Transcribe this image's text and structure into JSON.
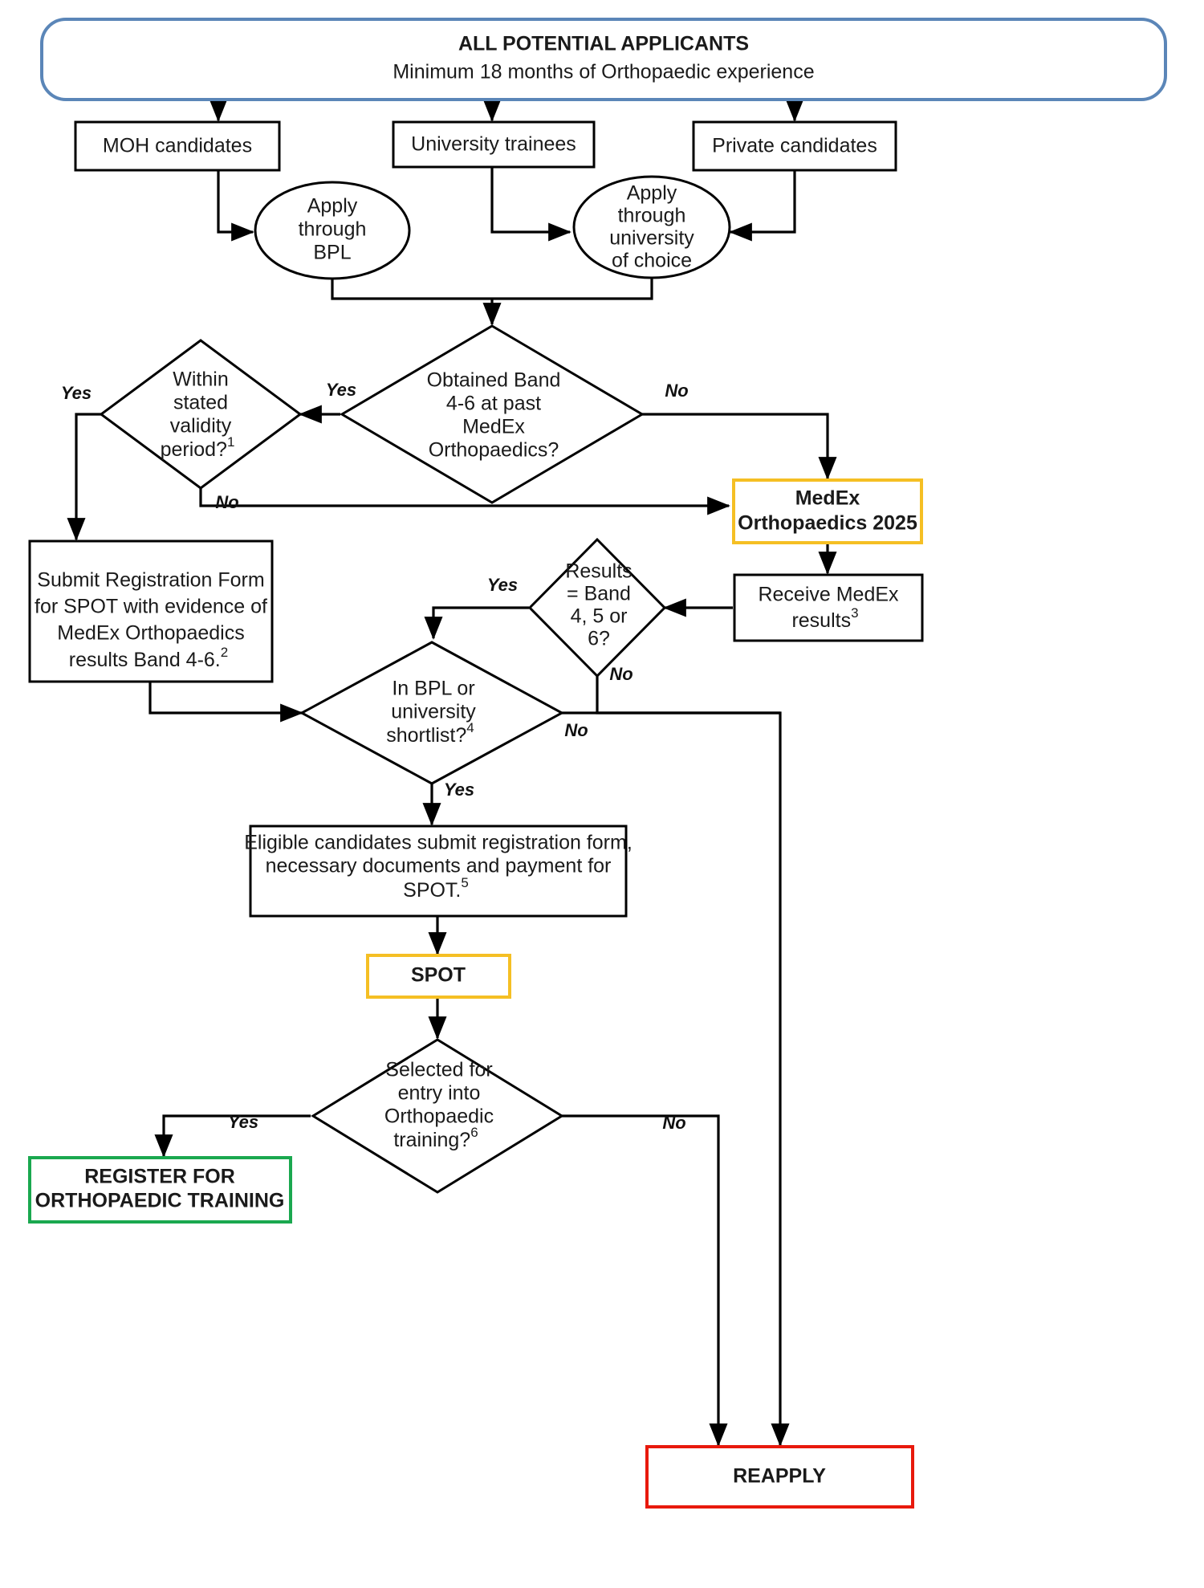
{
  "diagram": {
    "title": "Orthopaedic Training Application Pathway Flowchart",
    "colors": {
      "start_border": "#5b86b8",
      "exam_border": "#f5bf24",
      "success_border": "#1aa84f",
      "fail_border": "#e8190c",
      "default_border": "#000000",
      "text": "#1a1a1a"
    },
    "nodes": {
      "start": {
        "line1": "ALL POTENTIAL APPLICANTS",
        "line2": "Minimum 18 months of Orthopaedic experience"
      },
      "moh_candidates": {
        "label": "MOH candidates"
      },
      "university_trainees": {
        "label": "University trainees"
      },
      "private_candidates": {
        "label": "Private candidates"
      },
      "apply_bpl": {
        "line1": "Apply",
        "line2": "through",
        "line3": "BPL"
      },
      "apply_university": {
        "line1": "Apply",
        "line2": "through",
        "line3": "university",
        "line4": "of choice"
      },
      "obtained_band": {
        "line1": "Obtained Band",
        "line2": "4-6 at past",
        "line3": "MedEx",
        "line4": "Orthopaedics?"
      },
      "validity_period": {
        "line1": "Within",
        "line2": "stated",
        "line3": "validity",
        "line4": "period?",
        "sup": "1"
      },
      "medex_2025": {
        "line1": "MedEx",
        "line2": "Orthopaedics 2025"
      },
      "submit_registration": {
        "line1": "Submit Registration Form",
        "line2": "for SPOT with evidence of",
        "line3": "MedEx Orthopaedics",
        "line4": "results Band 4-6.",
        "sup": "2"
      },
      "receive_results": {
        "line1": "Receive MedEx",
        "line2": "results",
        "sup": "3"
      },
      "results_band": {
        "line1": "Results",
        "line2": "= Band",
        "line3": "4, 5 or",
        "line4": "6?"
      },
      "shortlist": {
        "line1": "In BPL or",
        "line2": "university",
        "line3": "shortlist?",
        "sup": "4"
      },
      "eligible_submit": {
        "line1": "Eligible candidates submit registration form,",
        "line2": "necessary documents and payment for",
        "line3": "SPOT.",
        "sup": "5"
      },
      "spot": {
        "label": "SPOT"
      },
      "selected_entry": {
        "line1": "Selected for",
        "line2": "entry into",
        "line3": "Orthopaedic",
        "line4": "training?",
        "sup": "6"
      },
      "register_training": {
        "line1": "REGISTER FOR",
        "line2": "ORTHOPAEDIC TRAINING"
      },
      "reapply": {
        "label": "REAPPLY"
      }
    },
    "edge_labels": {
      "obtained_band_yes": "Yes",
      "obtained_band_no": "No",
      "validity_yes": "Yes",
      "validity_no": "No",
      "results_band_yes": "Yes",
      "results_band_no": "No",
      "shortlist_no": "No",
      "shortlist_yes": "Yes",
      "selected_yes": "Yes",
      "selected_no": "No"
    }
  }
}
